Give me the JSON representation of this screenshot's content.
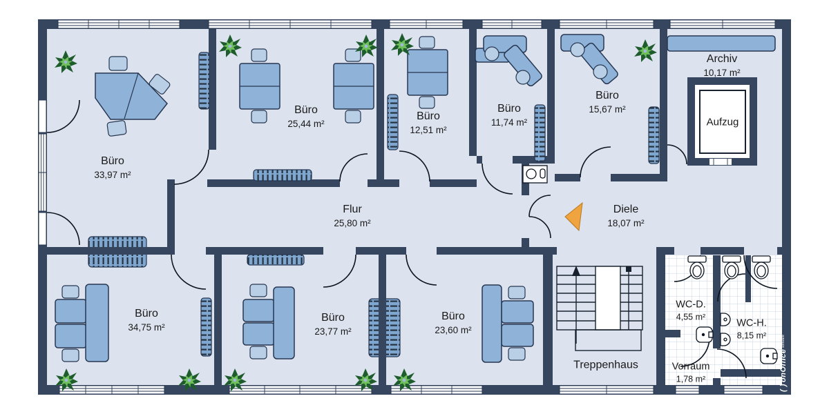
{
  "watermark": {
    "logo": "( )",
    "brand": "onOffice",
    "sub": "software"
  },
  "rooms": [
    {
      "id": "buero-1",
      "name": "Büro",
      "area": "33,97 m²"
    },
    {
      "id": "buero-2",
      "name": "Büro",
      "area": "25,44 m²"
    },
    {
      "id": "buero-3",
      "name": "Büro",
      "area": "12,51 m²"
    },
    {
      "id": "buero-4",
      "name": "Büro",
      "area": "11,74 m²"
    },
    {
      "id": "buero-5",
      "name": "Büro",
      "area": "15,67 m²"
    },
    {
      "id": "archiv",
      "name": "Archiv",
      "area": "10,17 m²"
    },
    {
      "id": "aufzug",
      "name": "Aufzug",
      "area": ""
    },
    {
      "id": "flur",
      "name": "Flur",
      "area": "25,80 m²"
    },
    {
      "id": "diele",
      "name": "Diele",
      "area": "18,07 m²"
    },
    {
      "id": "buero-6",
      "name": "Büro",
      "area": "34,75 m²"
    },
    {
      "id": "buero-7",
      "name": "Büro",
      "area": "23,77 m²"
    },
    {
      "id": "buero-8",
      "name": "Büro",
      "area": "23,60 m²"
    },
    {
      "id": "treppenhaus",
      "name": "Treppenhaus",
      "area": ""
    },
    {
      "id": "wc-d",
      "name": "WC-D.",
      "area": "4,55 m²"
    },
    {
      "id": "wc-h",
      "name": "WC-H.",
      "area": "8,15 m²"
    },
    {
      "id": "vorraum",
      "name": "Vorraum",
      "area": "1,78 m²"
    }
  ],
  "colors": {
    "wall": "#36465f",
    "floor": "#dde3ee",
    "furniture": "#8fb2d8",
    "furniture_light": "#b9cfe6",
    "outline": "#263650",
    "plant_dark": "#1e5c2e",
    "plant_light": "#6fbf5a",
    "north_arrow": "#f0a43f",
    "tile_line": "#c9d4e2",
    "label": "#191919"
  }
}
